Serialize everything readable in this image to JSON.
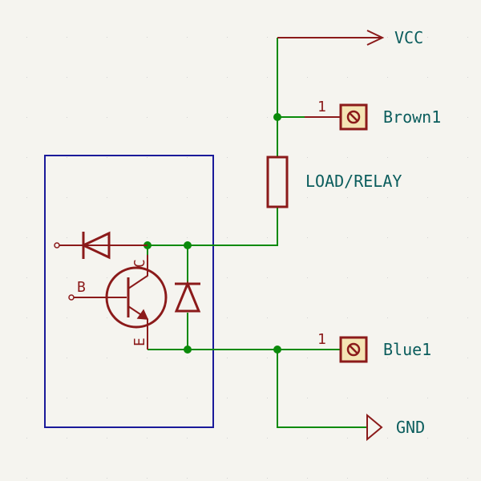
{
  "labels": {
    "vcc": "VCC",
    "gnd": "GND",
    "load": "LOAD/RELAY",
    "connector_top": "Brown1",
    "connector_bottom": "Blue1",
    "pin_top": "1",
    "pin_bottom": "1",
    "base": "B",
    "collector": "C",
    "emitter": "E"
  },
  "colors": {
    "background": "#f5f4ef",
    "wire": "#0a8a0a",
    "symbol": "#8b1a1a",
    "label": "#0b5d5d",
    "box": "#1a1a9a",
    "connector_fill": "#f4e4b4"
  }
}
